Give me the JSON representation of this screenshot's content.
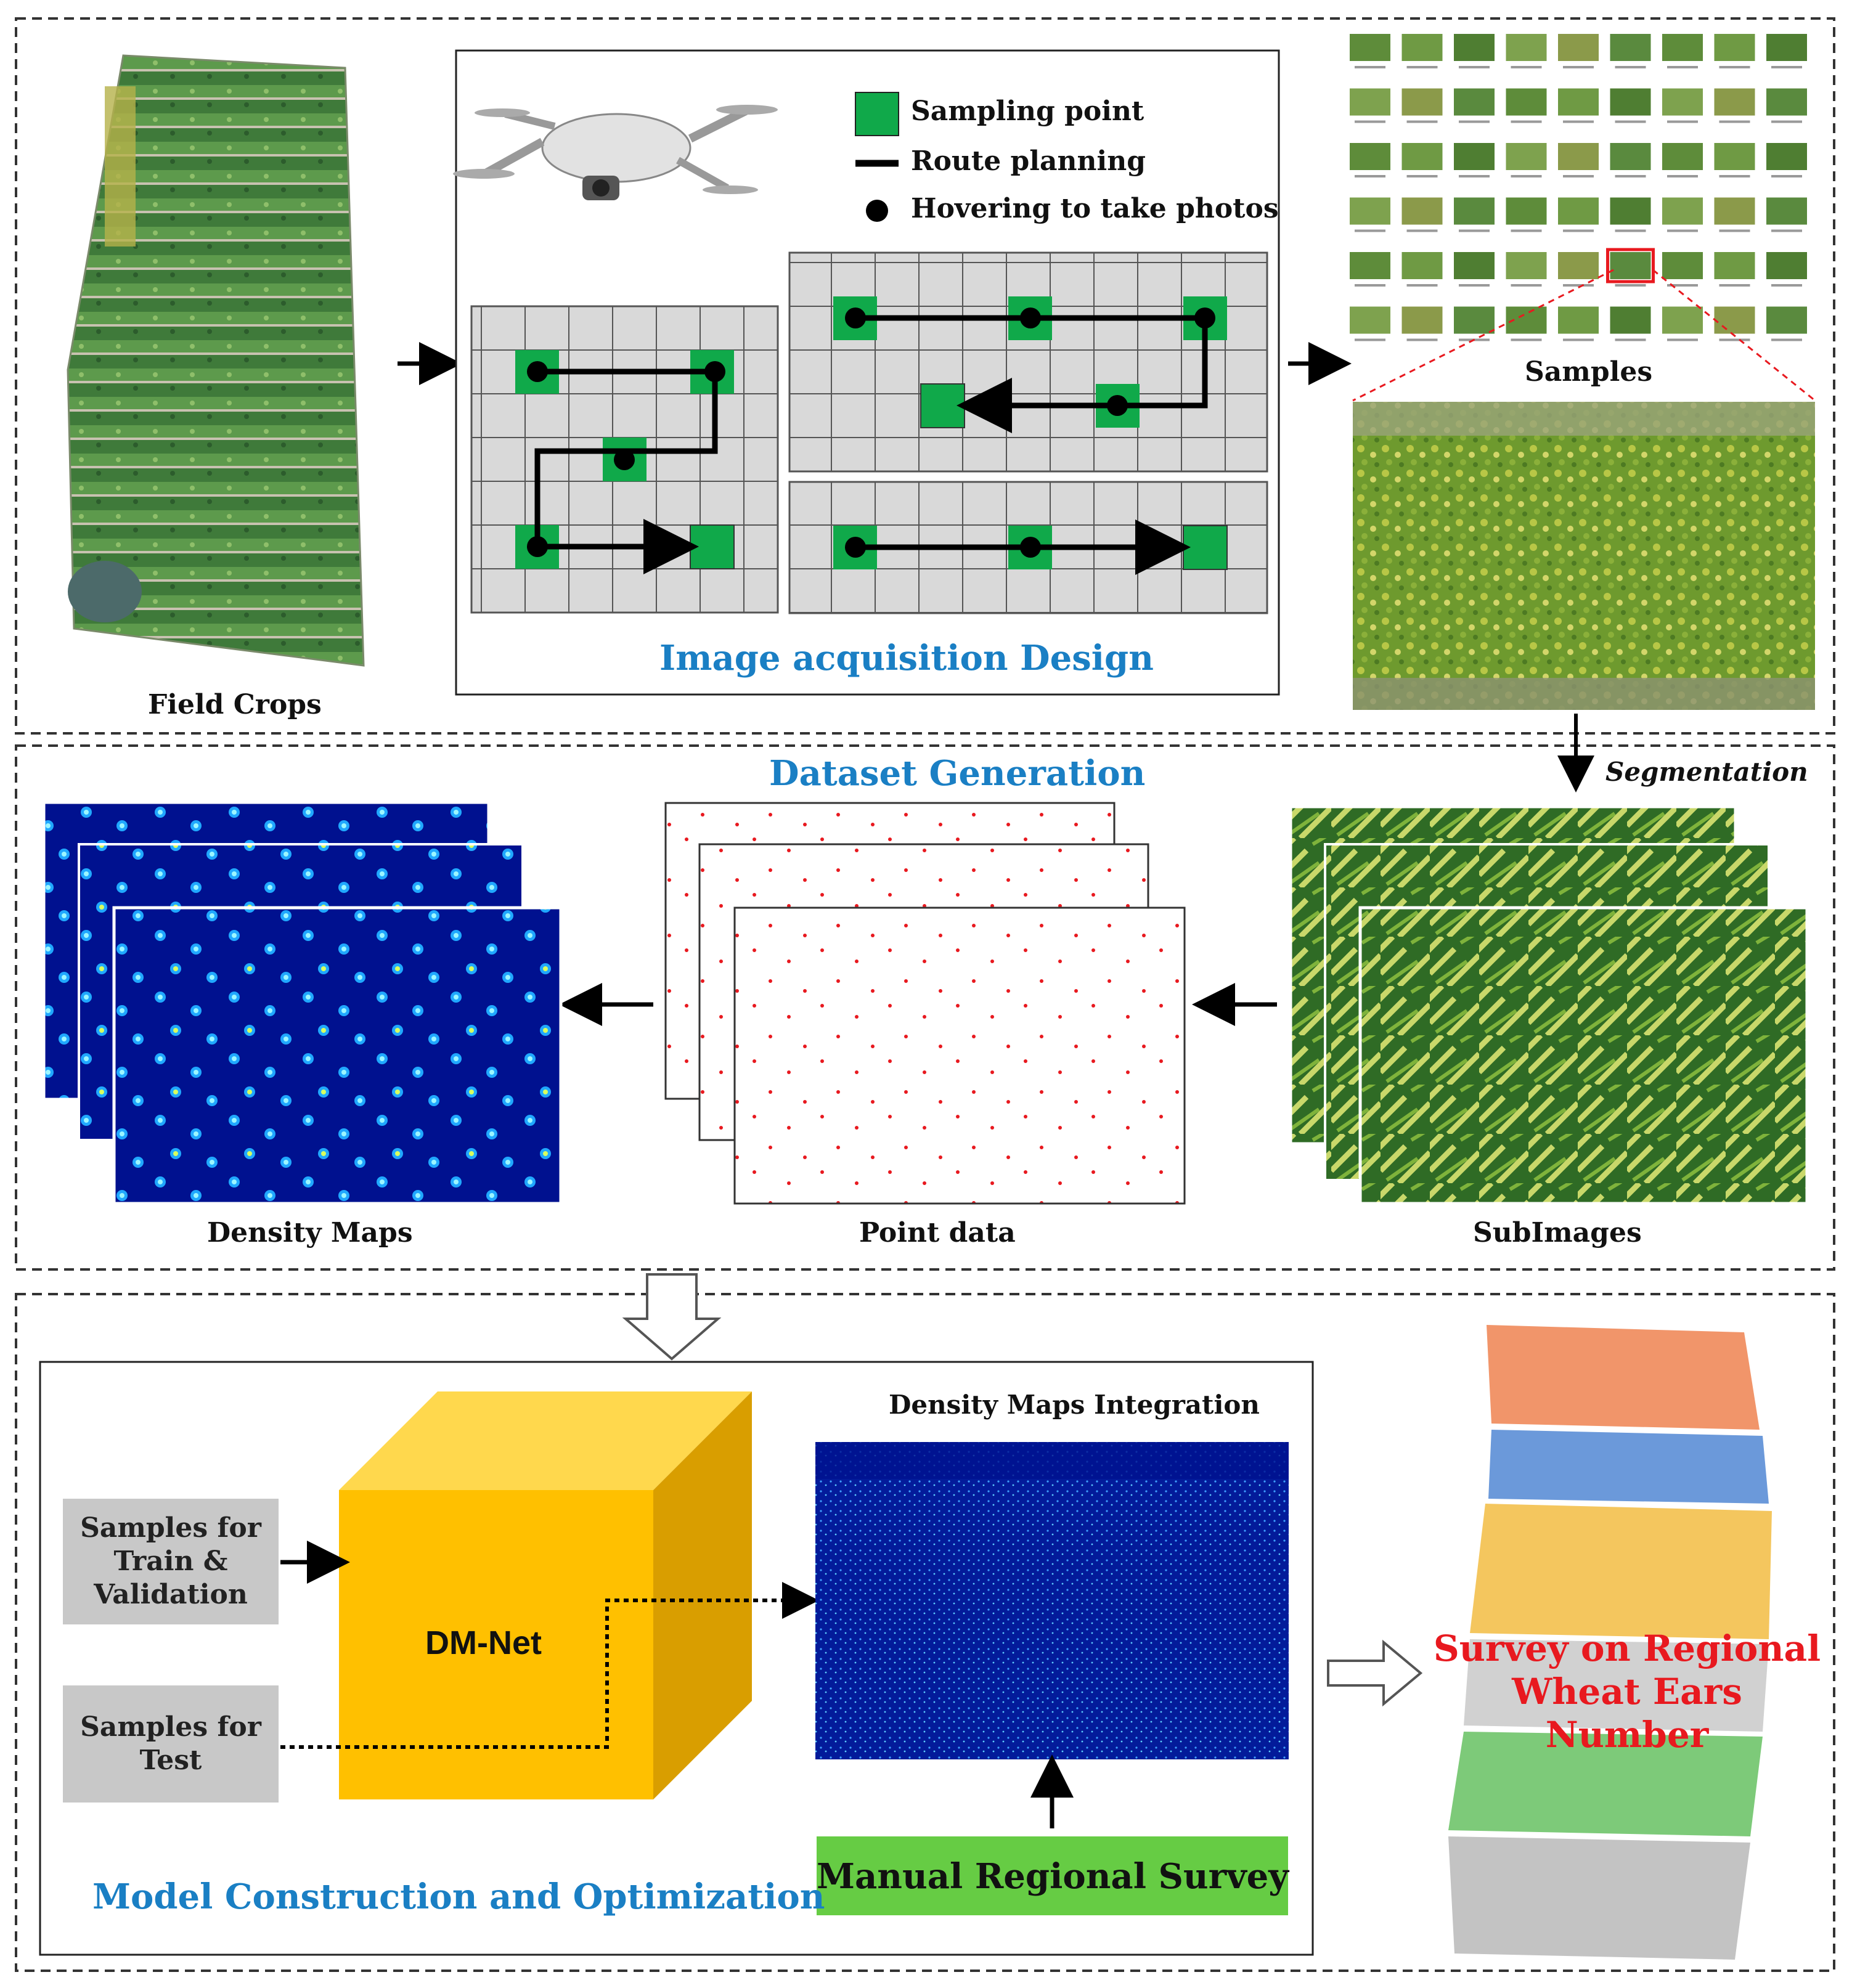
{
  "top_panel": {
    "field_crops_label": "Field Crops",
    "acquisition_title": "Image acquisition  Design",
    "legend": {
      "sampling_point": "Sampling point",
      "route_planning": "Route planning",
      "hovering": "Hovering to take photos"
    },
    "samples_label": "Samples"
  },
  "middle_panel": {
    "title": "Dataset Generation",
    "segmentation_label": "Segmentation",
    "density_maps_label": "Density Maps",
    "point_data_label": "Point data",
    "subimages_label": "SubImages"
  },
  "bottom_panel": {
    "title": "Model Construction and Optimization",
    "train_box": "Samples for\nTrain &\nValidation",
    "test_box": "Samples for\nTest",
    "model_name": "DM-Net",
    "integration_label": "Density Maps Integration",
    "manual_survey": "Manual Regional Survey",
    "survey_result": "Survey on Regional\nWheat Ears Number"
  },
  "colors": {
    "accent_blue": "#1a7fc4",
    "sampling_green": "#10a94a",
    "survey_red": "#e8191f",
    "cube_front": "#ffc000",
    "cube_side": "#d99e00",
    "manual_green": "#66cc44",
    "gray_box": "#c8c8c8",
    "density_bg": "#00118f"
  }
}
